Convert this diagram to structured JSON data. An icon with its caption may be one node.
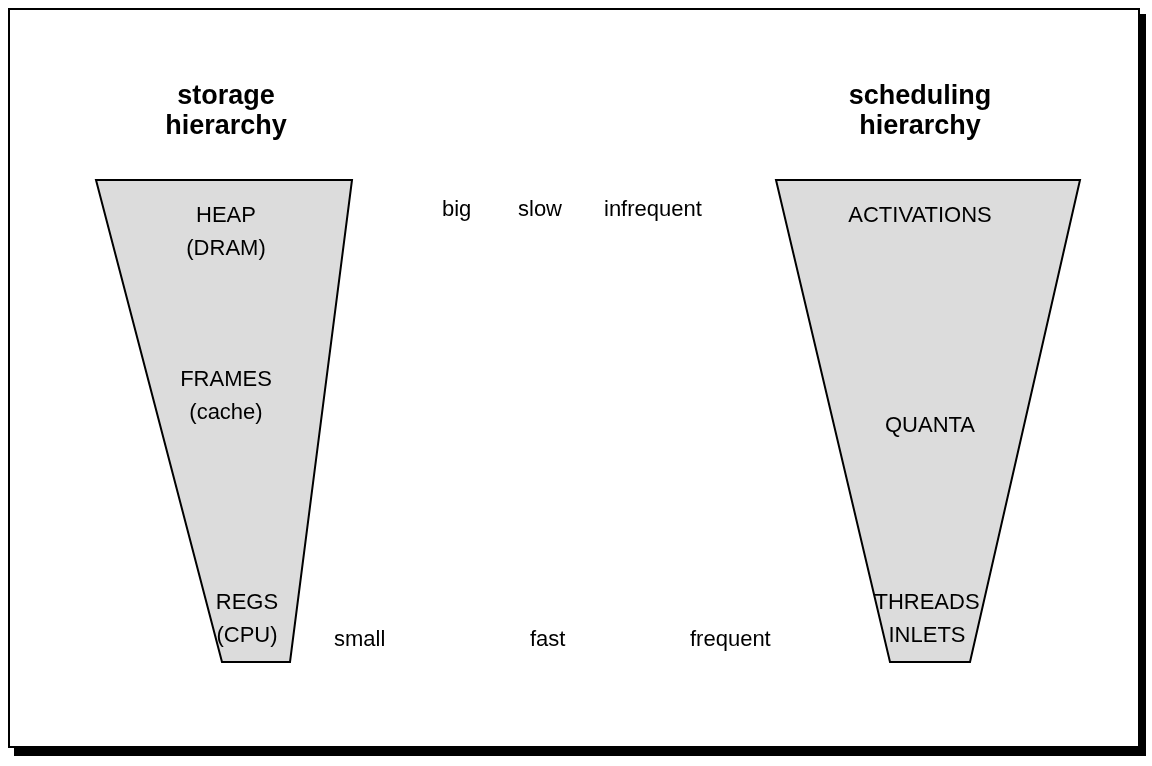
{
  "diagram": {
    "nodes": [
      {
        "text": [
          "storage hierarchy",
          "HEAP (DRAM)",
          "FRAMES (cache)",
          "REGS (CPU)"
        ]
      },
      {
        "text": [
          "scheduling hierarchy",
          "ACTIVATIONS",
          "QUANTA",
          "THREADS INLETS"
        ]
      }
    ],
    "labels": [
      "big",
      "slow",
      "infrequent",
      "small",
      "fast",
      "frequent"
    ]
  }
}
